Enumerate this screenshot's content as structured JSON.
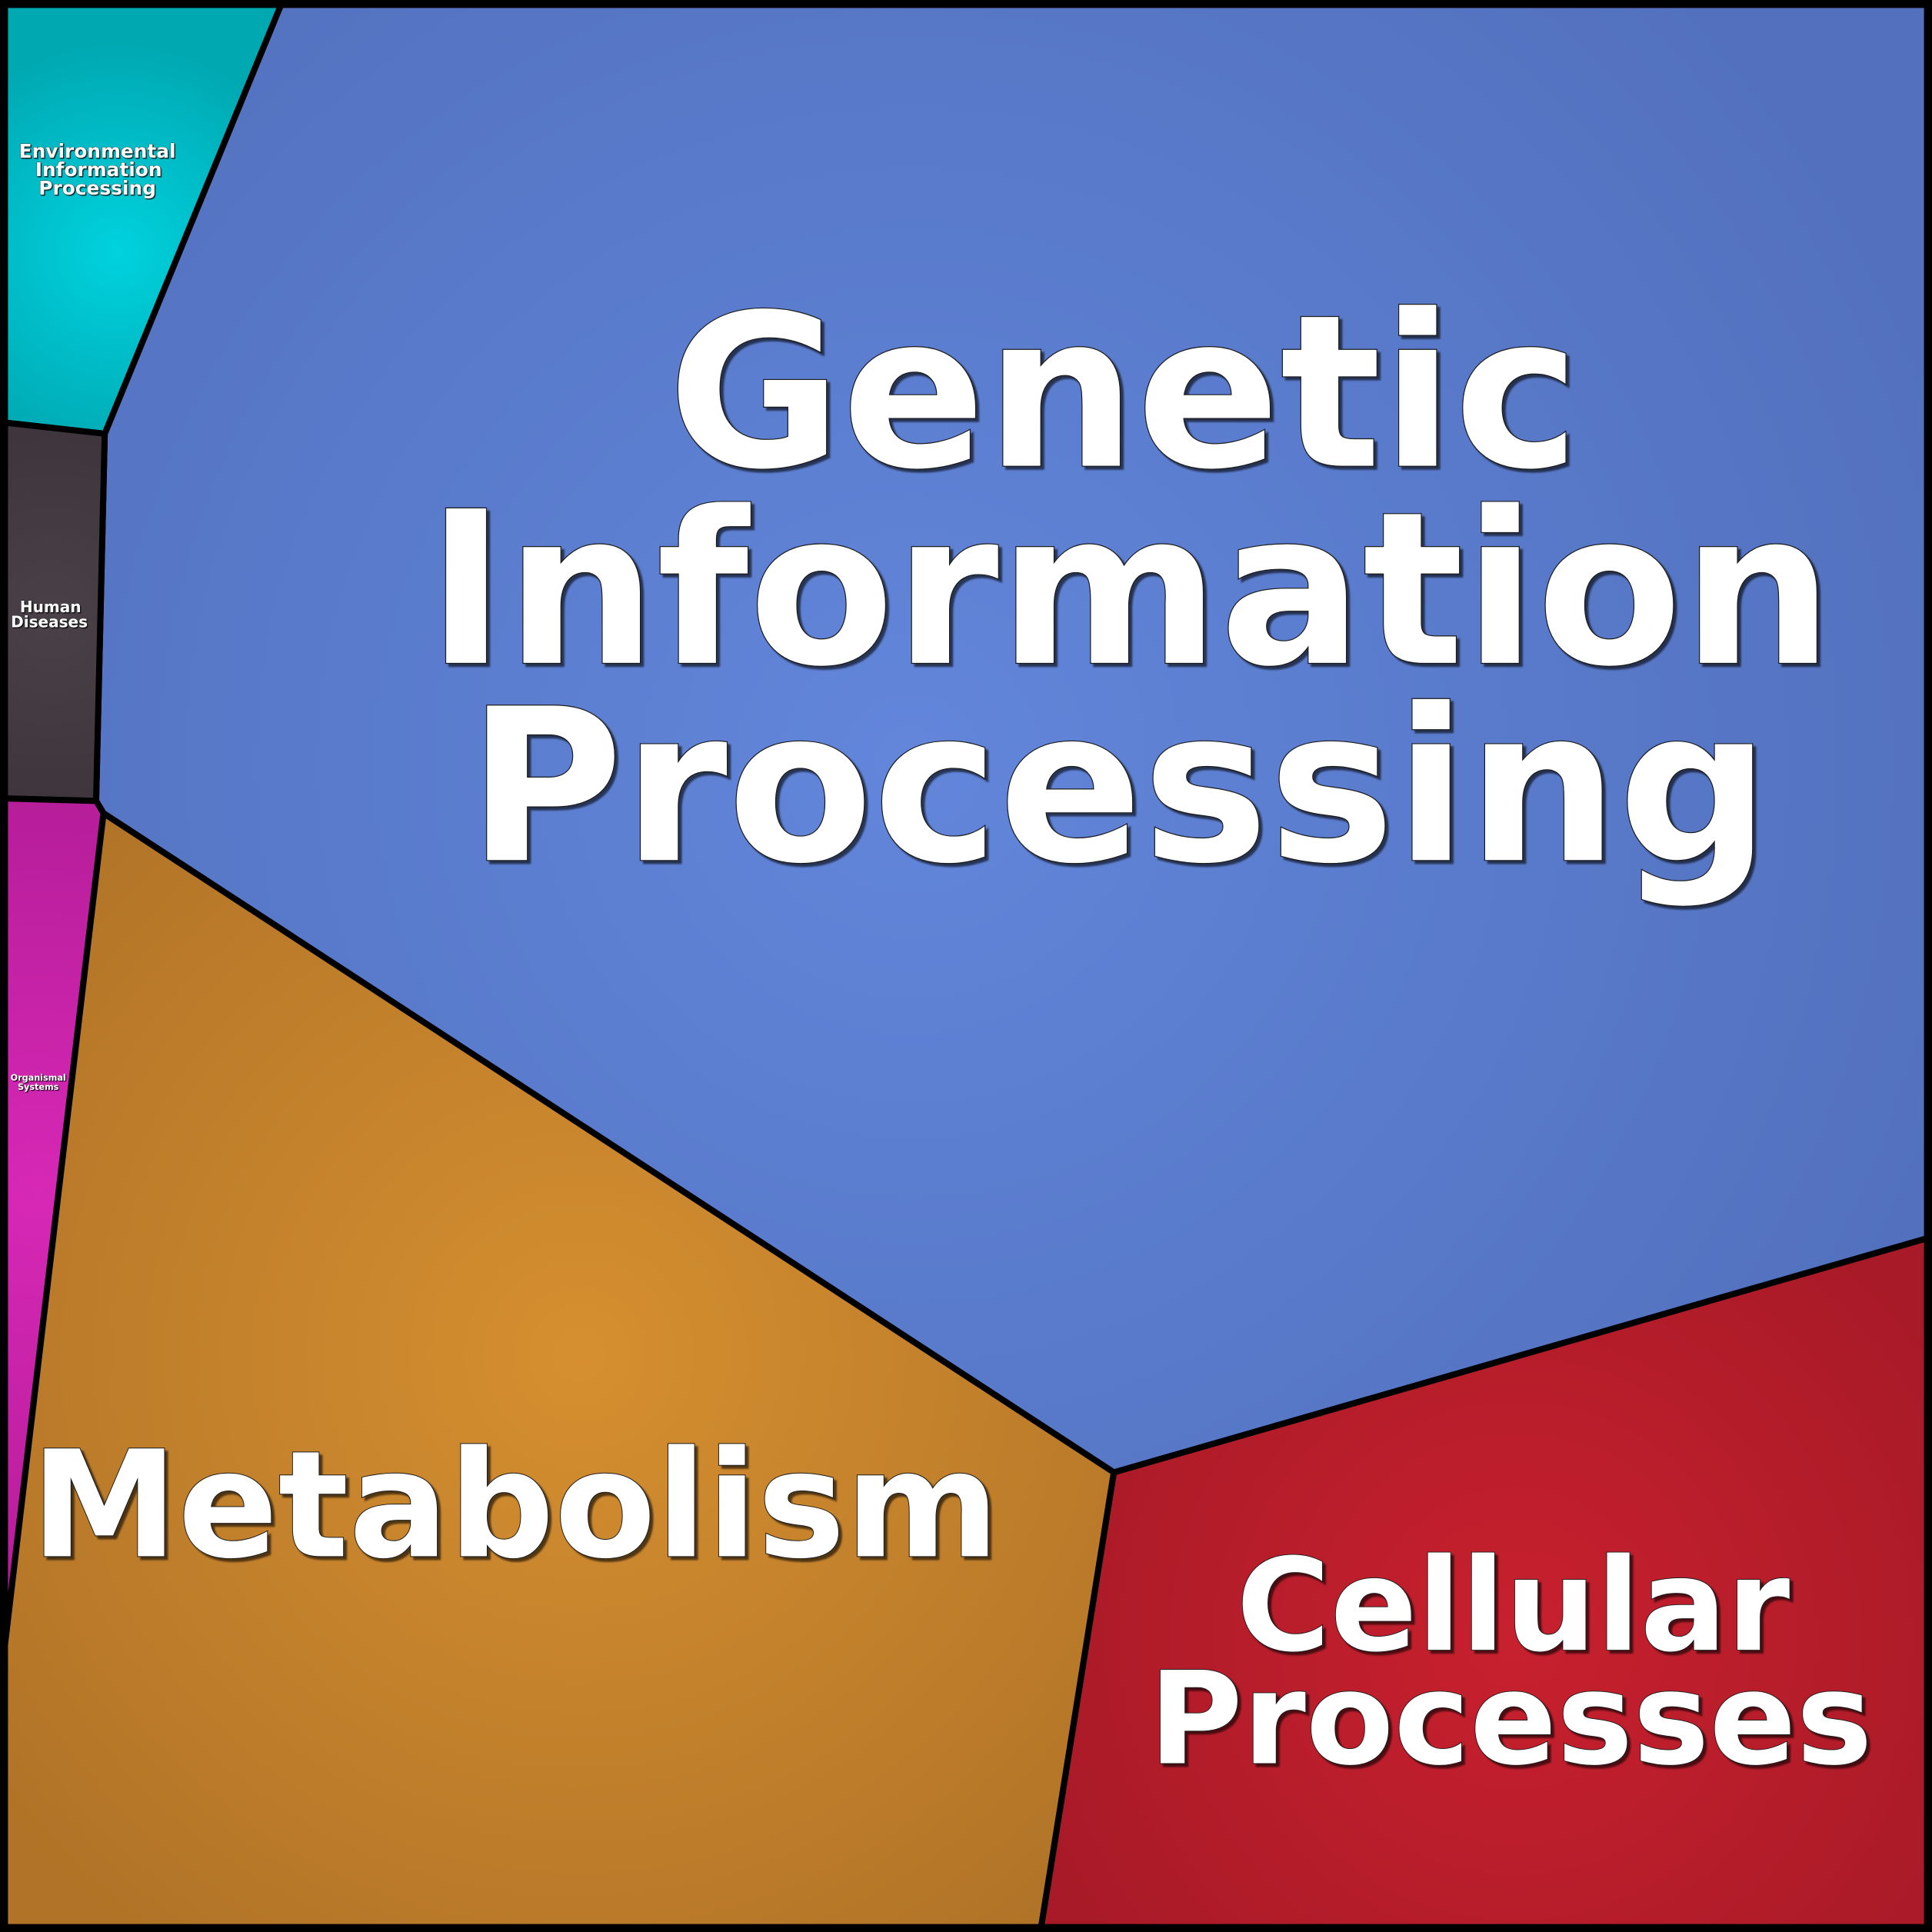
{
  "diagram": {
    "type": "voronoi-treemap",
    "regions": [
      {
        "id": "genetic",
        "label_lines": [
          "Genetic",
          "Information",
          "Processing"
        ],
        "color": "#6286db",
        "edge_color": "#5270bd"
      },
      {
        "id": "metabolism",
        "label_lines": [
          "Metabolism"
        ],
        "color": "#d68f30",
        "edge_color": "#b07327"
      },
      {
        "id": "cellular",
        "label_lines": [
          "Cellular",
          "Processes"
        ],
        "color": "#c8202e",
        "edge_color": "#a81a27"
      },
      {
        "id": "environmental",
        "label_lines": [
          "Environmental",
          "Information",
          "Processing"
        ],
        "color": "#00d2de",
        "edge_color": "#00a8b2"
      },
      {
        "id": "human",
        "label_lines": [
          "Human",
          "Diseases"
        ],
        "color": "#4a4047",
        "edge_color": "#3e353c"
      },
      {
        "id": "organismal",
        "label_lines": [
          "Organismal",
          "Systems"
        ],
        "color": "#d728b6",
        "edge_color": "#b21c96"
      }
    ],
    "border_color": "#000000",
    "text_color": "#ffffff"
  }
}
